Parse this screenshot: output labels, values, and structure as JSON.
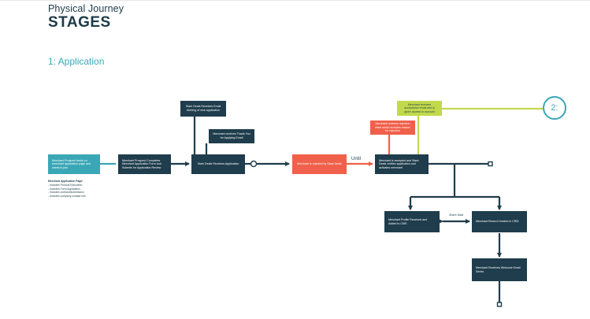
{
  "header": {
    "supertitle": "Physical Journey",
    "title": "STAGES"
  },
  "section": {
    "label": "1: Application"
  },
  "nodes": {
    "prospect": "Merchant Prospect lands on merchant application page and wants to join",
    "completes": "Merchant Prospect Completes Merchant Application Form and Submits for Application Review",
    "receives_app": "Stark Deals Receives Application",
    "email_alert": "Stark Deals Receives Email Alerting of new application",
    "thank_you": "Merchant receives Thank You for Applying Email",
    "rejection": "Merchant is rejected by Stark Deals",
    "approves": "Merchant is accepted and Stark Deals verifies application and activates merchant",
    "rejection_email": "Merchant receives rejection letter which includes reason for rejection",
    "acceptance_email": "Merchant receives acceptance email and is given access to account",
    "profile": "Merchant Profile Received and Added to CMS",
    "account": "Merchant Record Created in CRM",
    "welcome": "Merchant Receives Welcome Email Series"
  },
  "notes": {
    "heading": "Merchant Application Page:",
    "items": [
      "- Includes Product Education",
      "- Includes Form Application",
      "- Includes contract/submission",
      "- Includes company contact info"
    ]
  },
  "labels": {
    "until": "Until",
    "share": "Share Data",
    "next_stage": "2:"
  },
  "colors": {
    "dark": "#1f3d4c",
    "teal": "#3aa7b6",
    "red": "#f0604a",
    "lime": "#c2d94b"
  }
}
